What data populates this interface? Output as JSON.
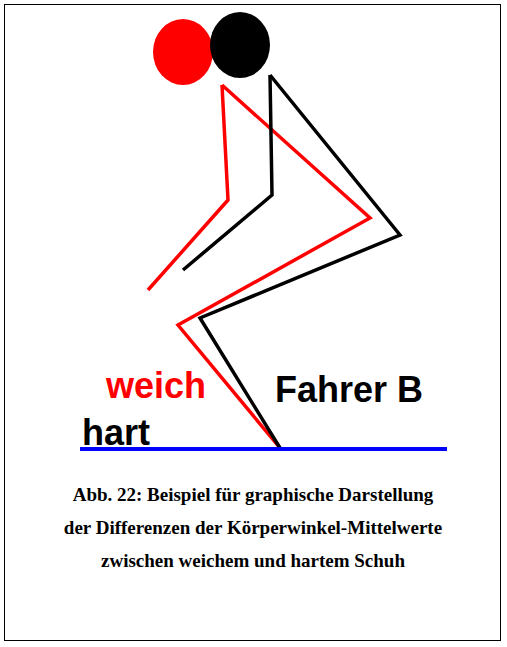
{
  "diagram": {
    "caption": "Abb. 22: Beispiel für graphische Darstellung der Differenzen der Körperwinkel-Mittelwerte zwischen weichem und hartem Schuh",
    "labels": [
      "weich",
      "hart",
      "Fahrer B"
    ]
  }
}
